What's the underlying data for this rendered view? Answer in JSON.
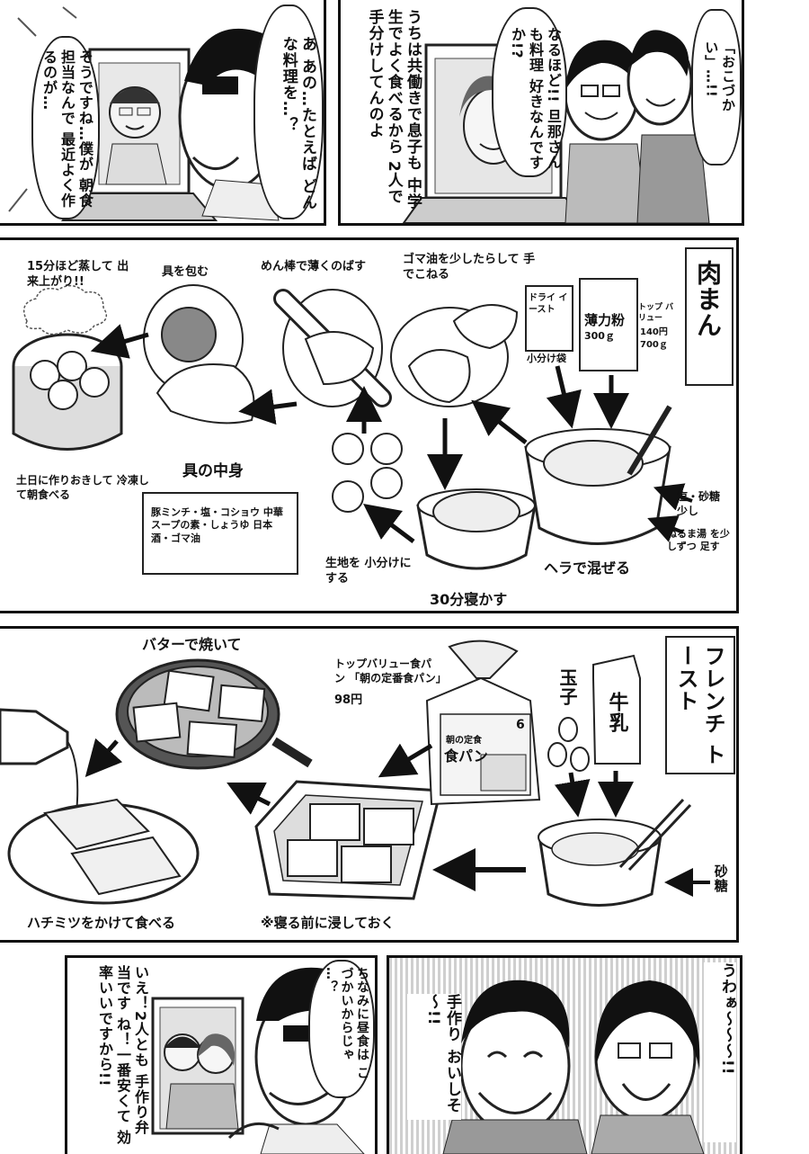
{
  "top_left": {
    "bubble_right": "あ あの…たとえば どんな料理を…？",
    "bubble_left": "そうですね…僕が 朝食担当なんで 最近よく作るのが…"
  },
  "top_right": {
    "bubble_far_right": "「おこづかい」…!!",
    "bubble_mid": "なるほど!! 旦那さんも料理 好きなんですか!?",
    "bubble_left": "うちは共働きで息子も 中学生でよく食べるから 2人で手分けしてんのよ"
  },
  "nikuman": {
    "title": "肉まん",
    "dry_yeast": "ドライ イースト",
    "dry_yeast_sub": "小分け袋",
    "flour": "薄力粉",
    "flour_amount": "300ｇ",
    "topvalue_label": "トップ バリュー",
    "topvalue_price1": "140円",
    "topvalue_price2": "700ｇ",
    "salt_sugar": "塩・砂糖 少し",
    "warm_water": "ぬるま湯 を少しずつ 足す",
    "mix": "ヘラで混ぜる",
    "rest": "30分寝かす",
    "divide": "生地を 小分けにする",
    "knead": "ゴマ油を少したらして 手でこねる",
    "roll": "めん棒で薄くのばす",
    "wrap": "具を包む",
    "steam": "15分ほど蒸して 出来上がり!!",
    "weekend": "土日に作りおきして 冷凍して朝食べる",
    "filling_title": "具の中身",
    "filling_text": "豚ミンチ・塩・コショウ 中華スープの素・しょうゆ 日本酒・ゴマ油"
  },
  "french": {
    "title": "フレンチ トースト",
    "bread_label": "トップバリュー食パン 「朝の定番食パン」",
    "bread_price": "98円",
    "egg": "玉子",
    "milk": "牛乳",
    "sugar": "砂糖",
    "butter": "バターで焼いて",
    "soak": "※寝る前に浸しておく",
    "honey": "ハチミツをかけて食べる",
    "bag_text1": "朝の定食",
    "bag_text2": "食パン",
    "bag_number": "6"
  },
  "bottom_left": {
    "bubble_right": "ちなみに昼食は こづかいからじゃ …？",
    "bubble_left": "いえ！2人とも 手作り弁当です ね！一番安くて 効率いいですから!!"
  },
  "bottom_right": {
    "bubble_left": "手作り おいしそ～!!",
    "bubble_right": "うわぁ～～～!!"
  }
}
